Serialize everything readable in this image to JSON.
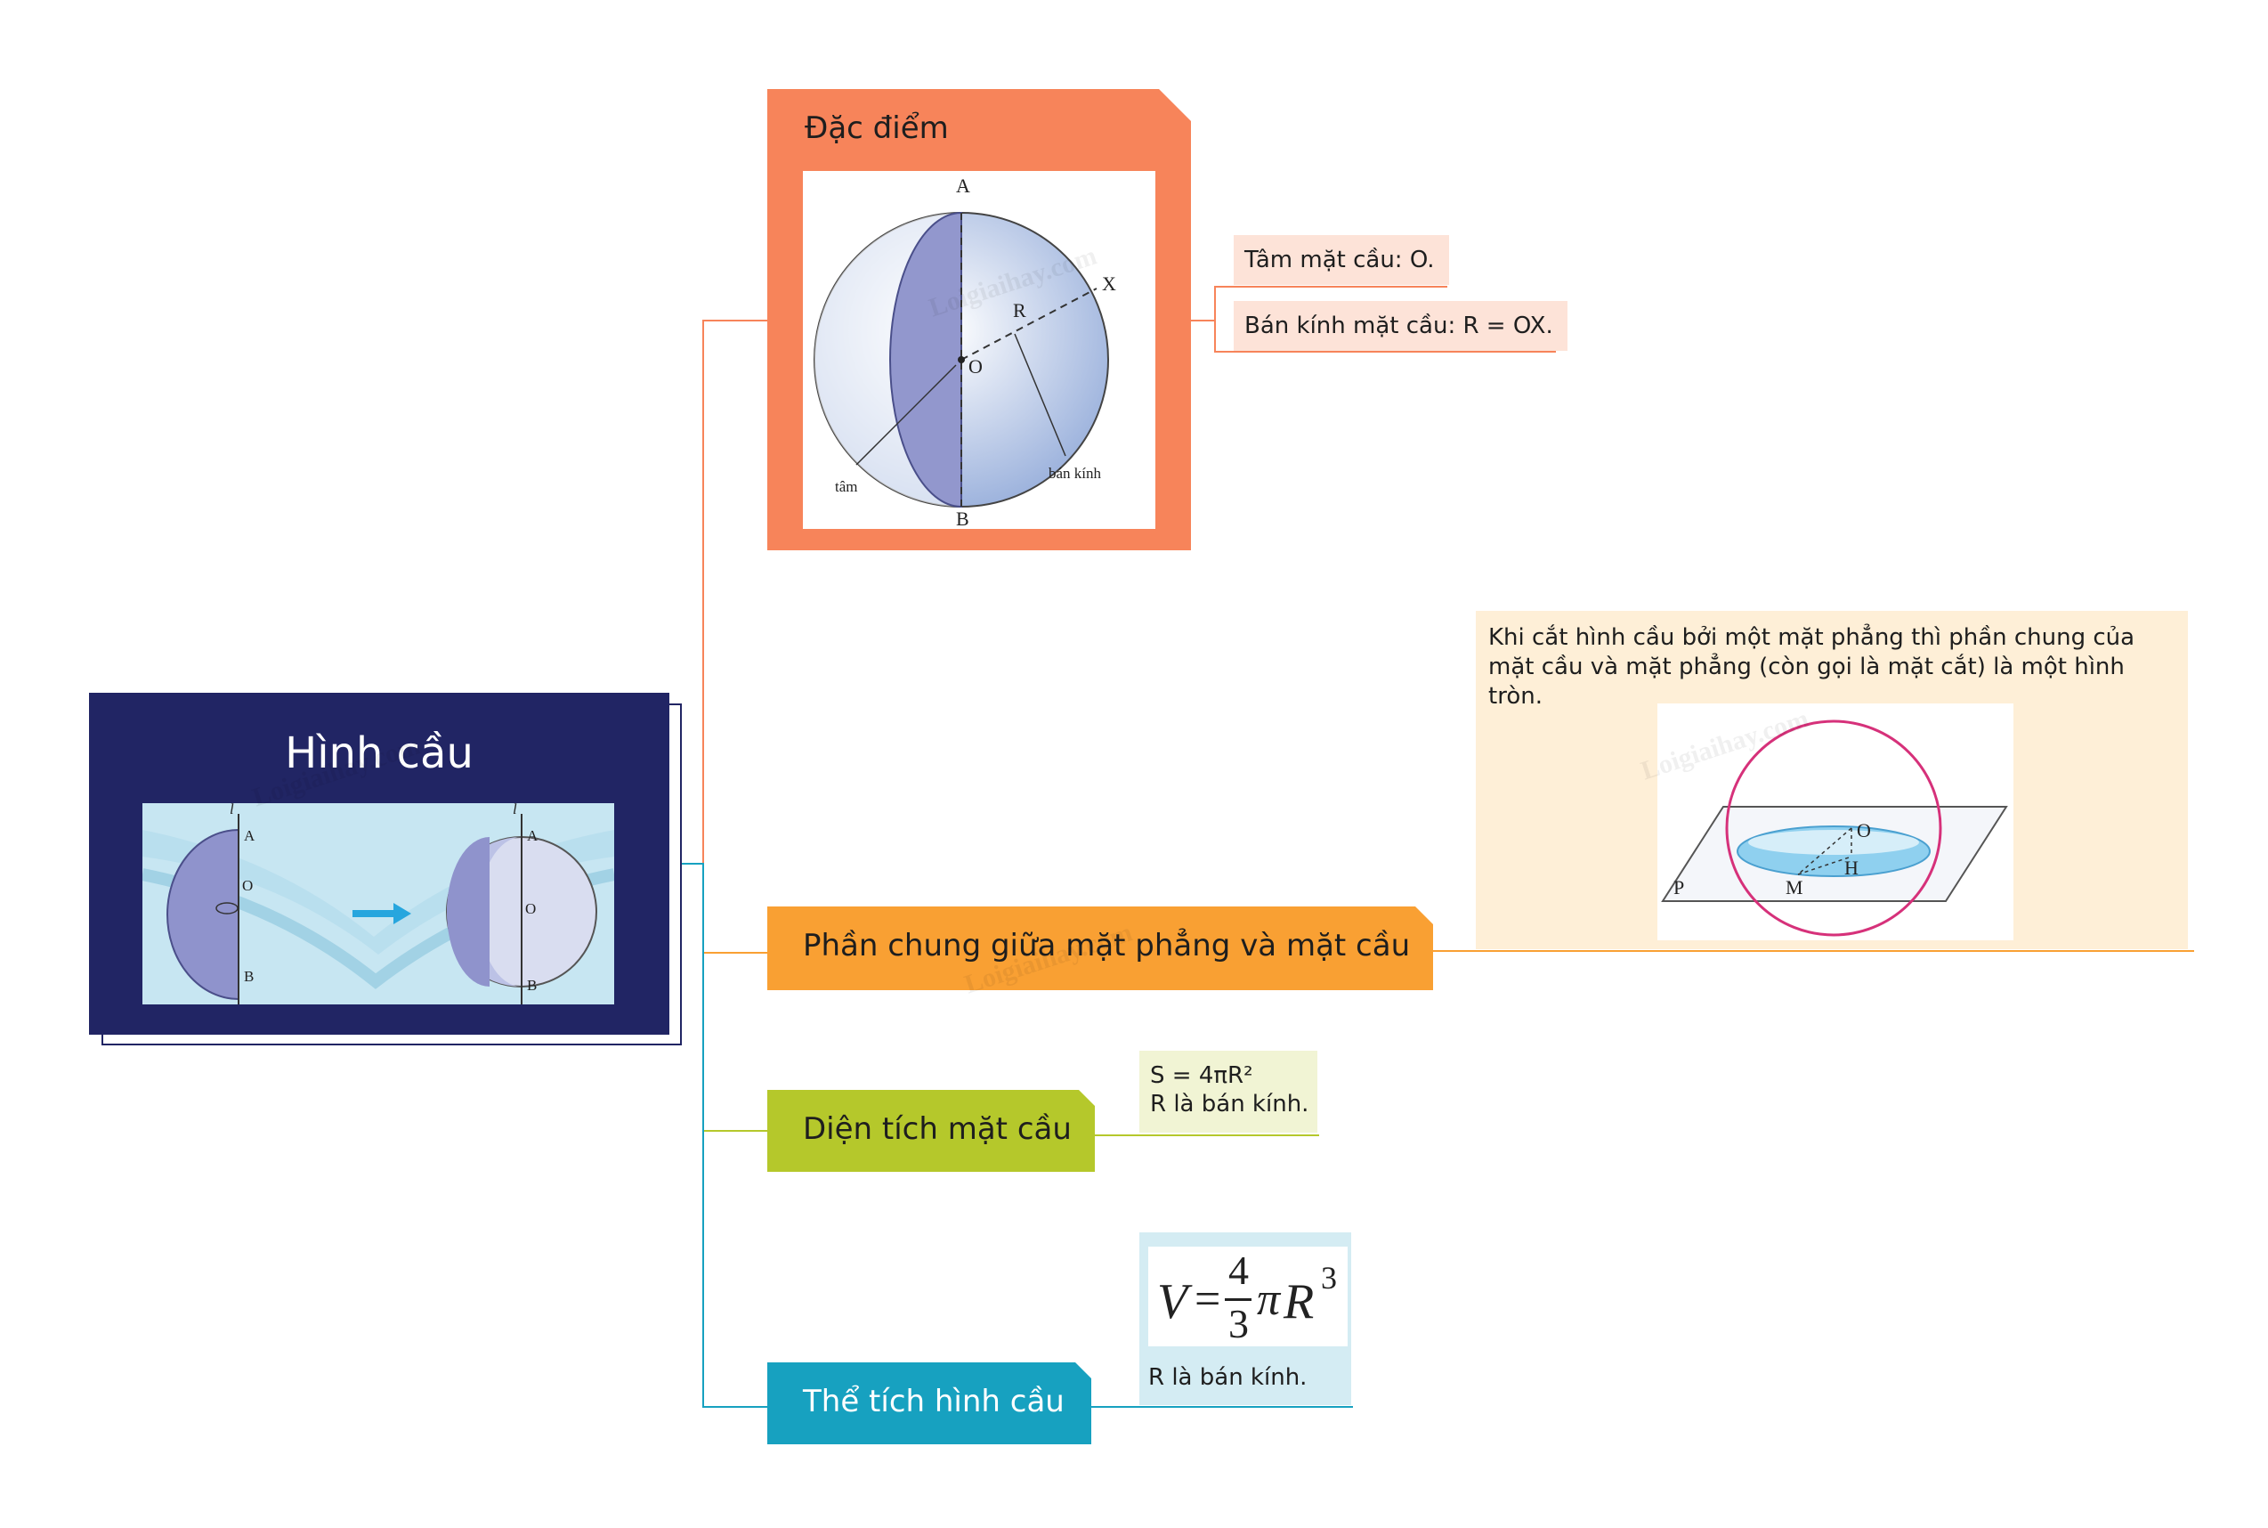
{
  "root": {
    "title": "Hình cầu"
  },
  "branches": {
    "features": {
      "title": "Đặc điểm",
      "figure_labels": {
        "a": "A",
        "b": "B",
        "o": "O",
        "x": "X",
        "r": "R",
        "center": "tâm",
        "radius": "bán kính"
      },
      "notes": [
        "Tâm mặt cầu: O.",
        "Bán kính mặt cầu: R = OX."
      ]
    },
    "intersection": {
      "title": "Phần chung giữa mặt phẳng và mặt cầu",
      "note": "Khi cắt hình cầu bởi một mặt phẳng thì phần chung của mặt cầu và mặt phẳng (còn gọi là mặt cắt) là một hình tròn.",
      "figure_labels": {
        "o": "O",
        "h": "H",
        "m": "M",
        "p": "P"
      }
    },
    "area": {
      "title": "Diện tích mặt cầu",
      "formula": "S = 4πR²",
      "note": "R là bán kính."
    },
    "volume": {
      "title": "Thể tích hình cầu",
      "formula_v": "V",
      "formula_eq": "=",
      "formula_num": "4",
      "formula_den": "3",
      "formula_pi": "π",
      "formula_r": "R",
      "formula_exp": "3",
      "note": "R là bán kính."
    }
  },
  "root_figure_labels": {
    "l1": "l",
    "a1": "A",
    "o1": "O",
    "b1": "B",
    "l2": "l",
    "a2": "A",
    "o2": "O",
    "b2": "B"
  },
  "watermark": "Loigiaihay.com",
  "colors": {
    "root_bg": "#212564",
    "features": "#f7845a",
    "intersection": "#f9a033",
    "area": "#b5c82b",
    "volume": "#17a1c0",
    "note_features": "#fde3d8",
    "note_intersection": "#feefd7",
    "note_area": "#f1f4d4",
    "note_volume": "#d4ecf3"
  }
}
